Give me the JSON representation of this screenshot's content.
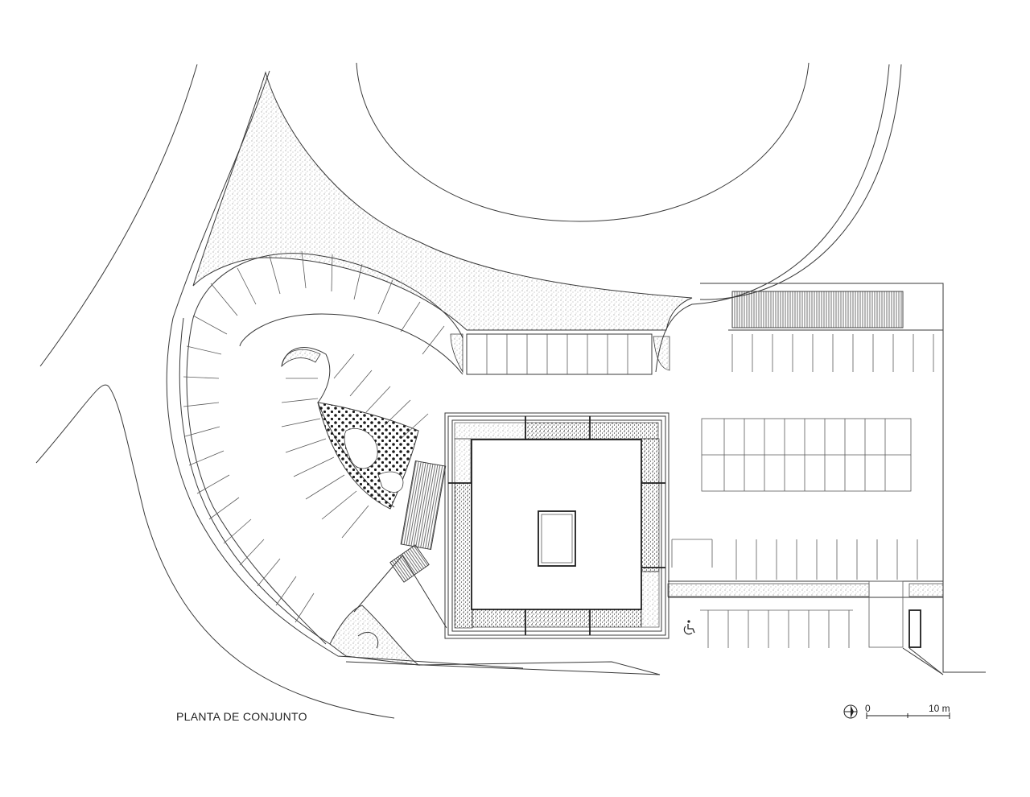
{
  "drawing": {
    "title": "PLANTA DE CONJUNTO",
    "scale_start": "0",
    "scale_end": "10 m"
  },
  "colors": {
    "line": "#3a3a3a",
    "background": "#ffffff"
  },
  "icons": [
    "north-arrow-icon",
    "accessible-parking-icon"
  ]
}
